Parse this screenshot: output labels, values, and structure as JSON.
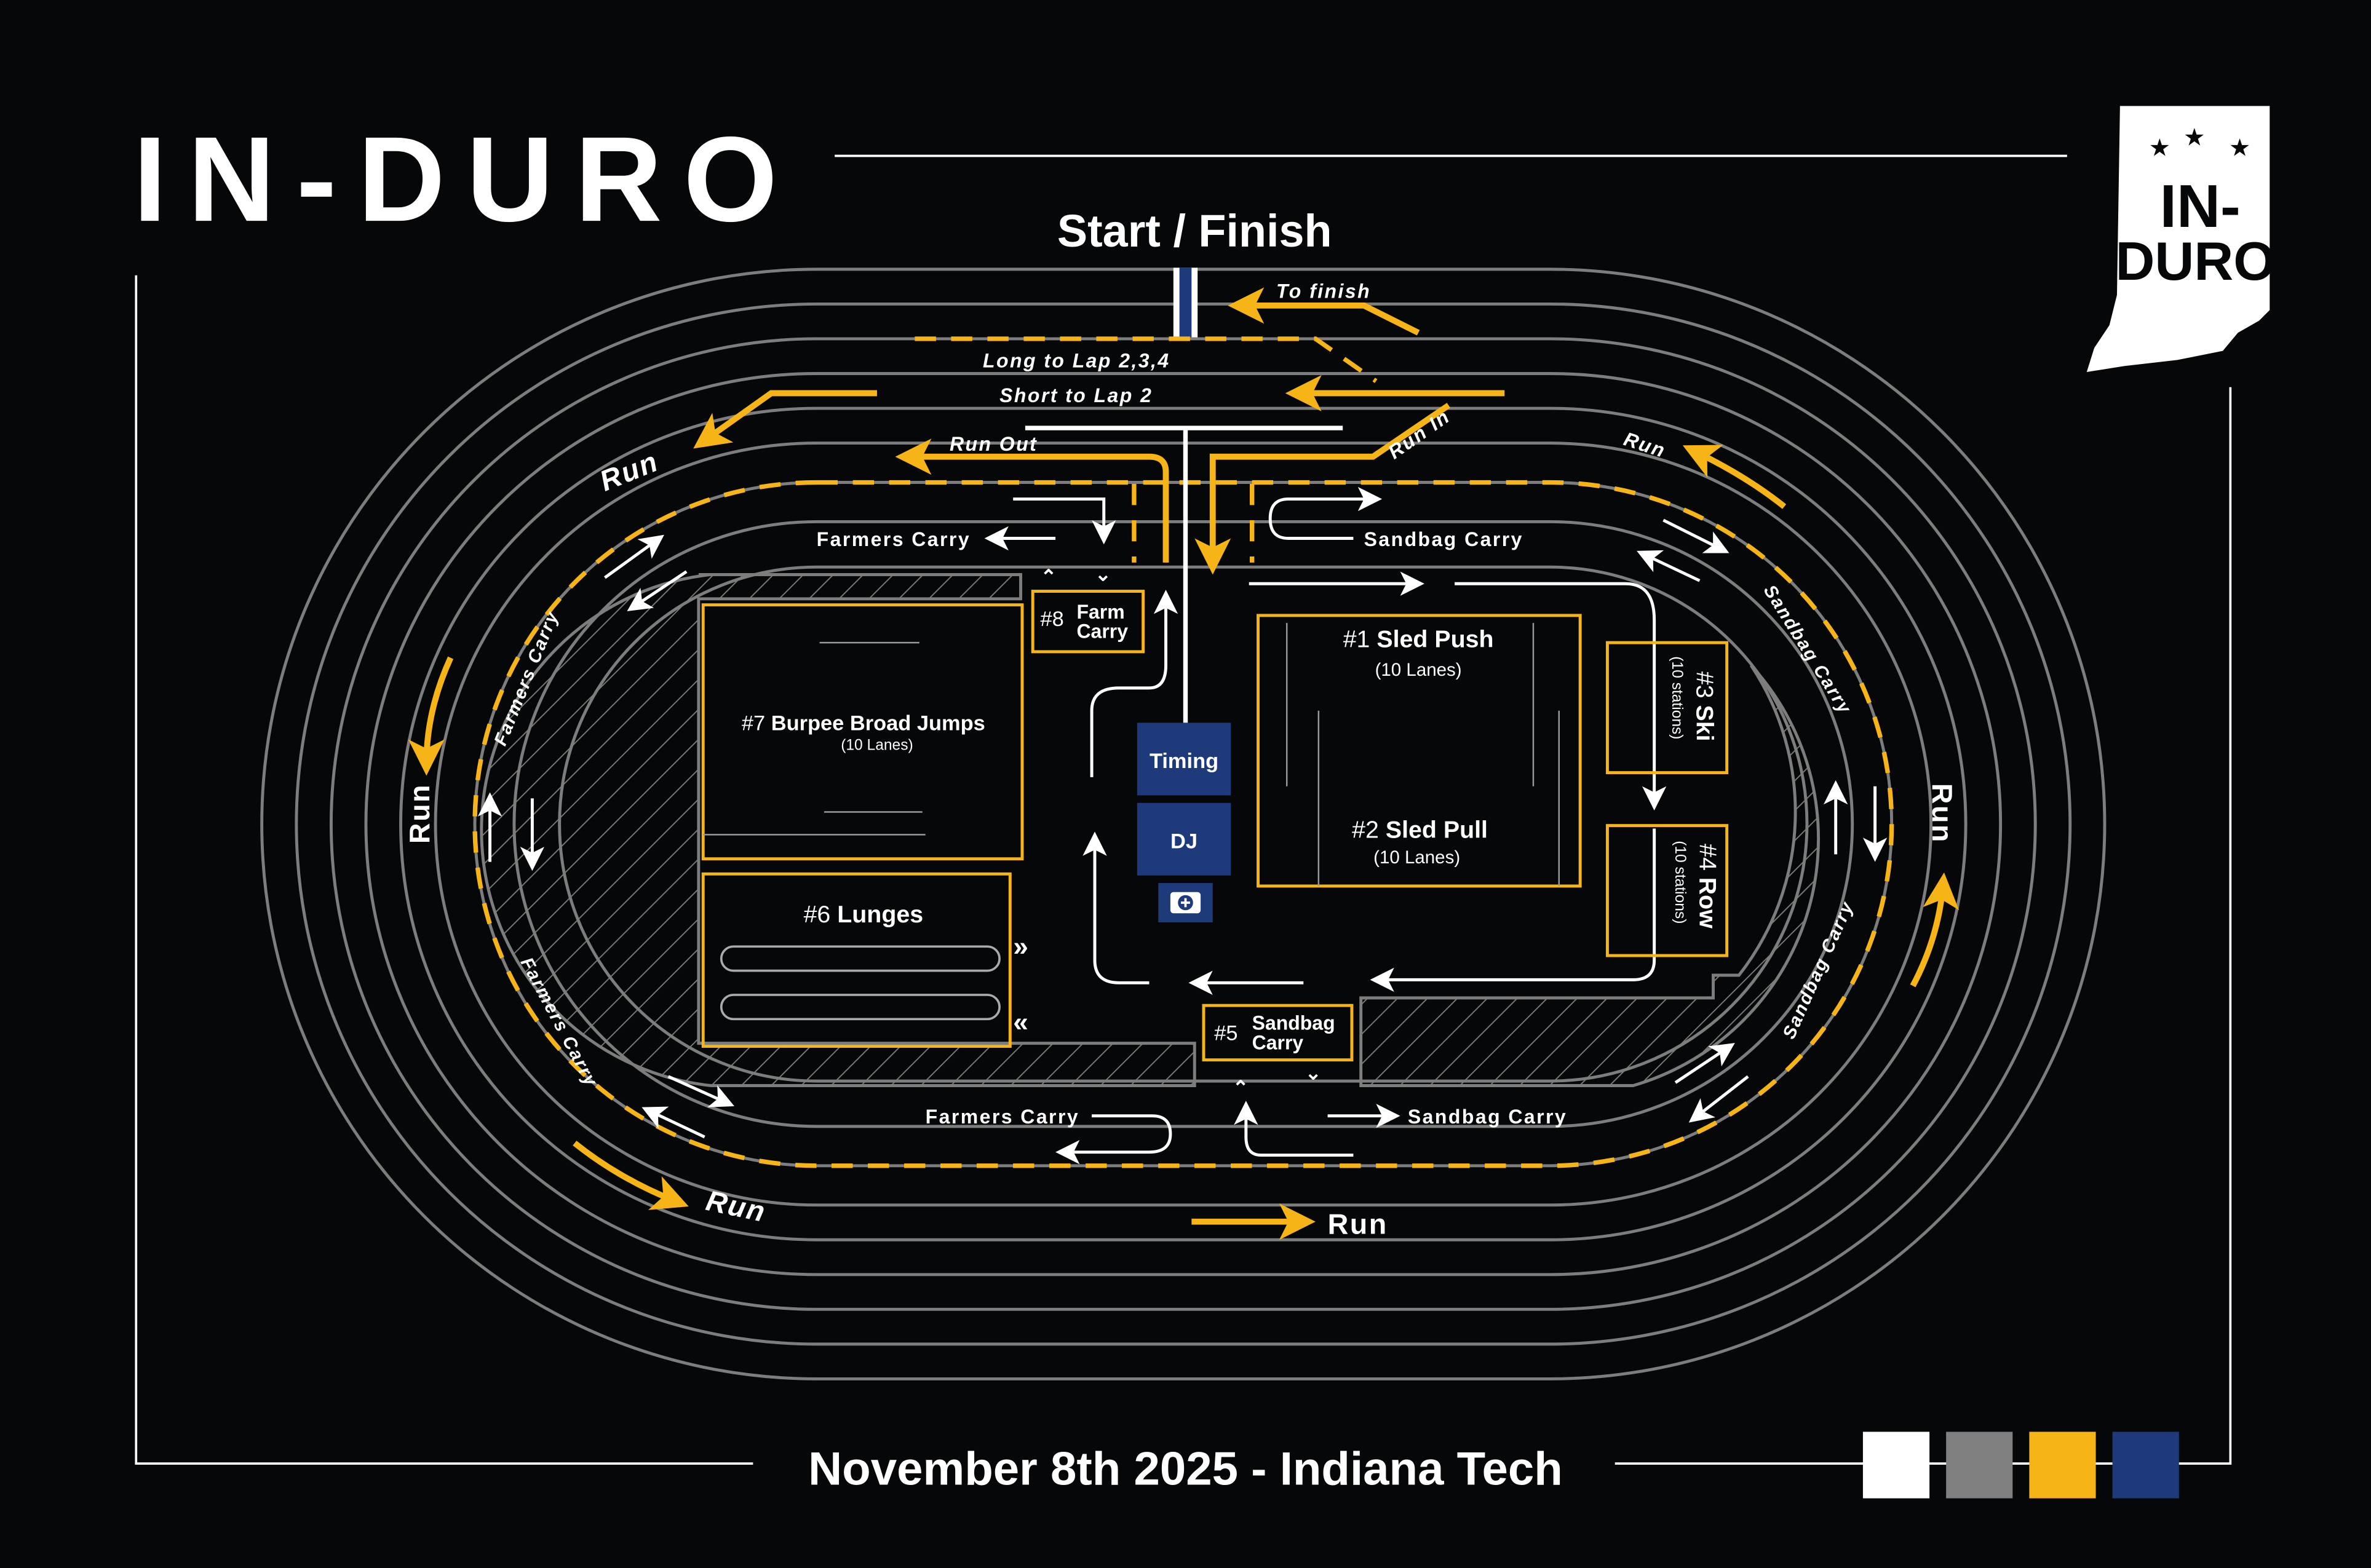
{
  "header": {
    "title": "IN-DURO",
    "start_finish": "Start / Finish"
  },
  "logo": {
    "line1": "IN-",
    "line2": "DURO"
  },
  "track_labels": {
    "to_finish": "To finish",
    "long_to_lap": "Long to Lap 2,3,4",
    "short_to_lap": "Short to Lap 2",
    "run_out": "Run Out",
    "run_in": "Run In",
    "run": "Run",
    "farmers_carry": "Farmers Carry",
    "sandbag_carry": "Sandbag Carry"
  },
  "stations": {
    "s1": {
      "num": "#1",
      "name": "Sled Push",
      "detail": "(10 Lanes)"
    },
    "s2": {
      "num": "#2",
      "name": "Sled Pull",
      "detail": "(10 Lanes)"
    },
    "s3": {
      "num": "#3",
      "name": "Ski",
      "detail": "(10 stations)"
    },
    "s4": {
      "num": "#4",
      "name": "Row",
      "detail": "(10 stations)"
    },
    "s5": {
      "num": "#5",
      "name1": "Sandbag",
      "name2": "Carry"
    },
    "s6": {
      "num": "#6",
      "name": "Lunges"
    },
    "s7": {
      "num": "#7",
      "name": "Burpee Broad Jumps",
      "detail": "(10 Lanes)"
    },
    "s8": {
      "num": "#8",
      "name1": "Farm",
      "name2": "Carry"
    }
  },
  "facilities": {
    "timing": "Timing",
    "dj": "DJ",
    "medical": "first-aid-icon"
  },
  "footer": {
    "date": "November 8th 2025 - Indiana Tech"
  },
  "colors": {
    "white": "#FFFFFF",
    "grey": "#808080",
    "yellow": "#F7B417",
    "navy": "#1F3A7A",
    "background": "#050708"
  }
}
